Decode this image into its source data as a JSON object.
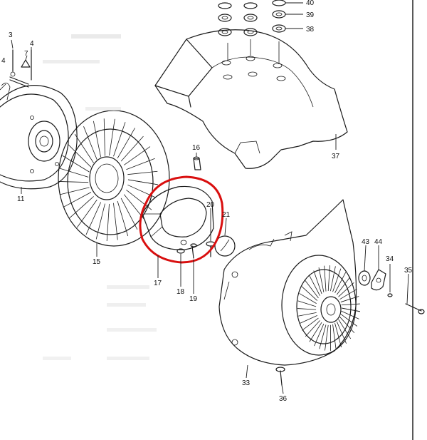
{
  "labels": {
    "p3": "3",
    "p4": "4",
    "p7": "7",
    "p11": "11",
    "p15": "15",
    "p16": "16",
    "p17": "17",
    "p18": "18",
    "p19": "19",
    "p20": "20",
    "p21": "21",
    "p33": "33",
    "p34": "34",
    "p35": "35",
    "p36": "36",
    "p37": "37",
    "p38": "38",
    "p39": "39",
    "p40": "40",
    "p43": "43",
    "p44": "44"
  },
  "colors": {
    "line": "#1a1a1a",
    "highlight": "#d90f0f",
    "paper": "#ffffff"
  }
}
